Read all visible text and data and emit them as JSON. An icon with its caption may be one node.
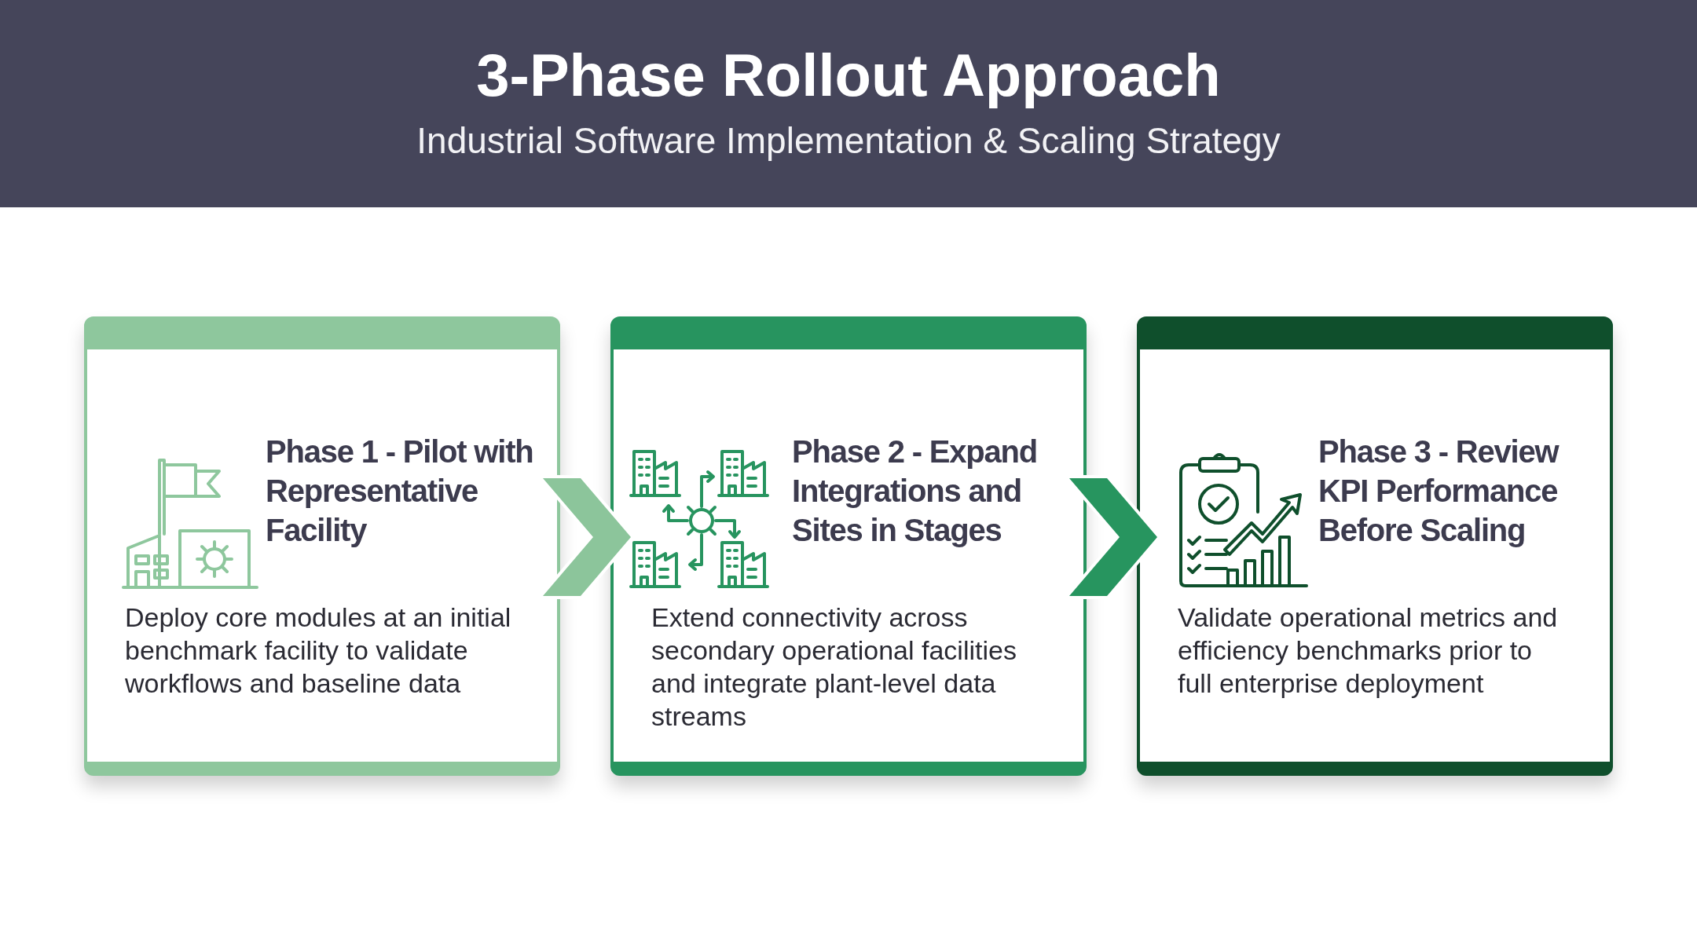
{
  "diagram": {
    "title": "3-Phase Rollout Approach",
    "caption": "Industrial Software Implementation & Scaling Strategy",
    "nodes": [
      {
        "text": [
          "Phase 1 - Pilot with Representative Facility",
          "Deploy core modules at an initial benchmark facility to validate workflows and baseline data"
        ]
      },
      {
        "text": [
          "Phase 2 - Expand Integrations and Sites in Stages",
          "Extend connectivity across secondary operational facilities and integrate plant-level data streams"
        ]
      },
      {
        "text": [
          "Phase 3 - Review KPI Performance Before Scaling",
          "Validate operational metrics and efficiency benchmarks prior to full enterprise deployment"
        ]
      }
    ],
    "edges": [
      {
        "from": 0,
        "to": 1,
        "arrow": "to",
        "color": "#8cc59b"
      },
      {
        "from": 1,
        "to": 2,
        "arrow": "to",
        "color": "#27955f"
      }
    ]
  }
}
